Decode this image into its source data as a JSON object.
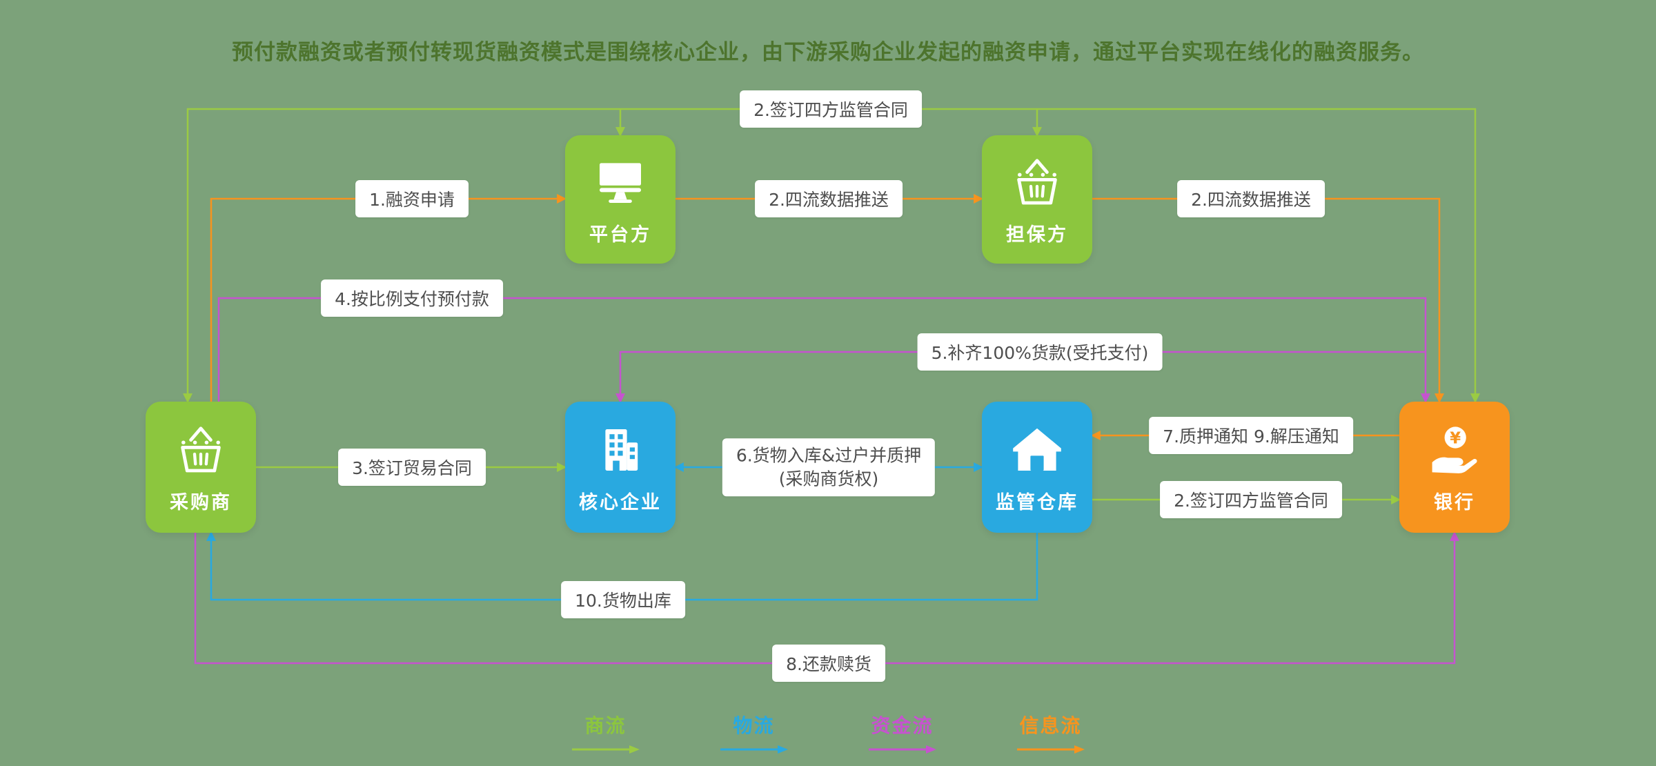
{
  "title": "预付款融资或者预付转现货融资模式是围绕核心企业，由下游采购企业发起的融资申请，通过平台实现在线化的融资服务。",
  "nodes": {
    "purchaser": {
      "label": "采购商",
      "icon": "basket-icon",
      "color": "#8cc63e"
    },
    "platform": {
      "label": "平台方",
      "icon": "monitor-icon",
      "color": "#8cc63e"
    },
    "guarantor": {
      "label": "担保方",
      "icon": "basket-icon",
      "color": "#8cc63e"
    },
    "core": {
      "label": "核心企业",
      "icon": "building-icon",
      "color": "#29a9e0"
    },
    "warehouse": {
      "label": "监管仓库",
      "icon": "warehouse-icon",
      "color": "#29a9e0"
    },
    "bank": {
      "label": "银行",
      "icon": "hand-yen-icon",
      "color": "#f7941e",
      "symbol": "¥"
    }
  },
  "edges": {
    "contract4_top": {
      "label": "2.签订四方监管合同",
      "flow": "商流"
    },
    "financing_apply": {
      "label": "1.融资申请",
      "flow": "信息流"
    },
    "data_push_1": {
      "label": "2.四流数据推送",
      "flow": "信息流"
    },
    "data_push_2": {
      "label": "2.四流数据推送",
      "flow": "信息流"
    },
    "prepay": {
      "label": "4.按比例支付预付款",
      "flow": "资金流"
    },
    "full_payment": {
      "label": "5.补齐100%货款(受托支付)",
      "flow": "资金流"
    },
    "trade_contract": {
      "label": "3.签订贸易合同",
      "flow": "商流"
    },
    "goods_in": {
      "label_line1": "6.货物入库&过户并质押",
      "label_line2": "(采购商货权)",
      "flow": "物流"
    },
    "pledge_notice": {
      "label": "7.质押通知 9.解压通知",
      "flow": "信息流"
    },
    "contract4_right": {
      "label": "2.签订四方监管合同",
      "flow": "商流"
    },
    "goods_out": {
      "label": "10.货物出库",
      "flow": "物流"
    },
    "repay": {
      "label": "8.还款赎货",
      "flow": "资金流"
    }
  },
  "legend": {
    "items": [
      {
        "label": "商流",
        "color": "#8cc63e"
      },
      {
        "label": "物流",
        "color": "#29a9e0"
      },
      {
        "label": "资金流",
        "color": "#c653cf"
      },
      {
        "label": "信息流",
        "color": "#f7941e"
      }
    ]
  },
  "colors": {
    "background": "#7ca27a",
    "node_green": "#8cc63e",
    "node_blue": "#29a9e0",
    "node_orange": "#f7941e",
    "flow_business": "#9bcb43",
    "flow_logistics": "#29a9e0",
    "flow_funds": "#c653cf",
    "flow_information": "#f7941e",
    "label_bg": "#ffffff",
    "label_text": "#4d4d4d"
  }
}
